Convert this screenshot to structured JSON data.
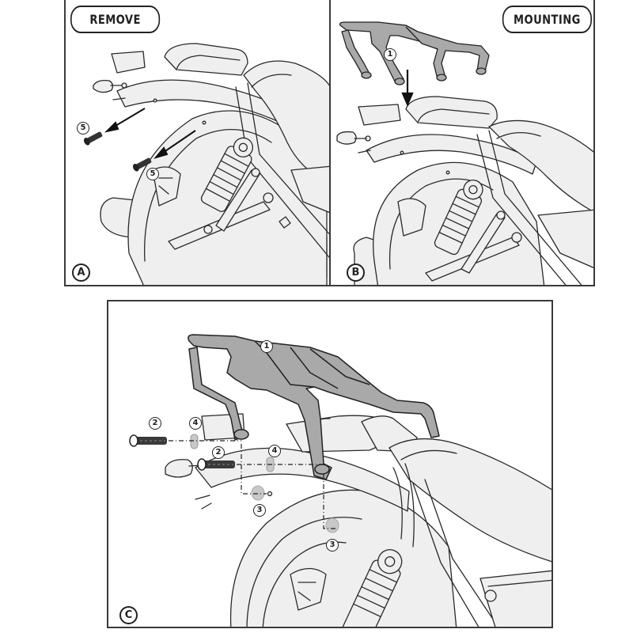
{
  "panels": {
    "a": {
      "step_label": "REMOVE",
      "panel_letter": "A",
      "callouts": [
        {
          "id": "5",
          "part": "screw (upper)"
        },
        {
          "id": "5",
          "part": "screw (lower)"
        }
      ]
    },
    "b": {
      "step_label": "MOUNTING",
      "panel_letter": "B",
      "callouts": [
        {
          "id": "1",
          "part": "rear rack"
        }
      ]
    },
    "c": {
      "panel_letter": "C",
      "callouts": [
        {
          "id": "1",
          "part": "rear rack"
        },
        {
          "id": "2",
          "part": "bolt (upper)"
        },
        {
          "id": "2",
          "part": "bolt (lower)"
        },
        {
          "id": "4",
          "part": "spacer (upper)"
        },
        {
          "id": "4",
          "part": "spacer (lower)"
        },
        {
          "id": "3",
          "part": "washer (upper)"
        },
        {
          "id": "3",
          "part": "washer (lower)"
        }
      ]
    }
  },
  "colors": {
    "line": "#2a2a2a",
    "rack_fill": "#a9a9a9",
    "body_fill": "#efefef",
    "washer_fill": "#c8c8c8",
    "background": "#ffffff"
  }
}
